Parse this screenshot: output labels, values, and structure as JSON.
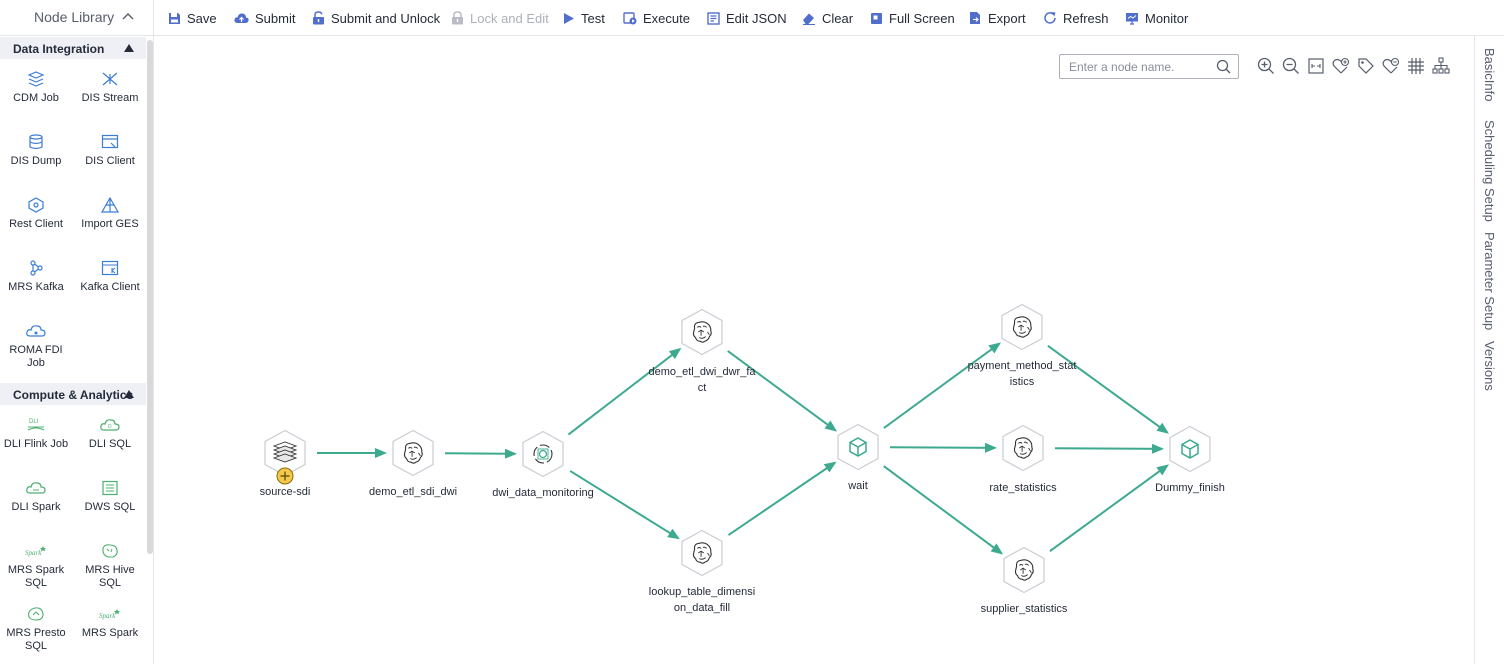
{
  "sidebar": {
    "title": "Node Library",
    "categories": [
      {
        "label": "Data Integration",
        "items": [
          "CDM Job",
          "DIS Stream",
          "DIS Dump",
          "DIS Client",
          "Rest Client",
          "Import GES",
          "MRS Kafka",
          "Kafka Client",
          "ROMA FDI Job"
        ]
      },
      {
        "label": "Compute & Analytics",
        "items": [
          "DLI Flink Job",
          "DLI SQL",
          "DLI Spark",
          "DWS SQL",
          "MRS Spark SQL",
          "MRS Hive SQL",
          "MRS Presto SQL",
          "MRS Spark"
        ]
      }
    ]
  },
  "toolbar": {
    "buttons": [
      {
        "label": "Save",
        "icon": "save-icon",
        "enabled": true
      },
      {
        "label": "Submit",
        "icon": "cloud-upload-icon",
        "enabled": true
      },
      {
        "label": "Submit and Unlock",
        "icon": "unlock-icon",
        "enabled": true
      },
      {
        "label": "Lock and Edit",
        "icon": "lock-icon",
        "enabled": false
      },
      {
        "label": "Test",
        "icon": "play-icon",
        "enabled": true
      },
      {
        "label": "Execute",
        "icon": "execute-icon",
        "enabled": true
      },
      {
        "label": "Edit JSON",
        "icon": "json-icon",
        "enabled": true
      },
      {
        "label": "Clear",
        "icon": "eraser-icon",
        "enabled": true
      },
      {
        "label": "Full Screen",
        "icon": "fullscreen-icon",
        "enabled": true
      },
      {
        "label": "Export",
        "icon": "export-icon",
        "enabled": true
      },
      {
        "label": "Refresh",
        "icon": "refresh-icon",
        "enabled": true
      },
      {
        "label": "Monitor",
        "icon": "monitor-icon",
        "enabled": true
      }
    ],
    "accent_color": "#526ecc"
  },
  "canvas": {
    "search_placeholder": "Enter a node name.",
    "tools": [
      "zoom-in-icon",
      "zoom-out-icon",
      "fit-screen-icon",
      "add-tag-icon",
      "tag-icon",
      "remove-tag-icon",
      "grid-icon",
      "auto-layout-icon"
    ],
    "nodes": [
      {
        "id": "source",
        "label": "source-sdi",
        "icon": "layers-icon"
      },
      {
        "id": "etl_sdi",
        "label": "demo_etl_sdi_dwi",
        "icon": "hive-sql-icon"
      },
      {
        "id": "monitor",
        "label": "dwi_data_monitoring",
        "icon": "monitoring-icon"
      },
      {
        "id": "fact",
        "label": "demo_etl_dwi_dwr_fact",
        "icon": "hive-sql-icon"
      },
      {
        "id": "lookup",
        "label": "lookup_table_dimension_data_fill",
        "icon": "hive-sql-icon"
      },
      {
        "id": "wait",
        "label": "wait",
        "icon": "dummy-cube-icon"
      },
      {
        "id": "payment",
        "label": "payment_method_statistics",
        "icon": "hive-sql-icon"
      },
      {
        "id": "rate",
        "label": "rate_statistics",
        "icon": "hive-sql-icon"
      },
      {
        "id": "supplier",
        "label": "supplier_statistics",
        "icon": "hive-sql-icon"
      },
      {
        "id": "finish",
        "label": "Dummy_finish",
        "icon": "dummy-cube-icon"
      }
    ],
    "edges": [
      [
        "source",
        "etl_sdi"
      ],
      [
        "etl_sdi",
        "monitor"
      ],
      [
        "monitor",
        "fact"
      ],
      [
        "monitor",
        "lookup"
      ],
      [
        "fact",
        "wait"
      ],
      [
        "lookup",
        "wait"
      ],
      [
        "wait",
        "payment"
      ],
      [
        "wait",
        "rate"
      ],
      [
        "wait",
        "supplier"
      ],
      [
        "payment",
        "finish"
      ],
      [
        "rate",
        "finish"
      ],
      [
        "supplier",
        "finish"
      ]
    ],
    "edge_color": "#3daa90"
  },
  "right_panel": {
    "tabs": [
      "BasicInfo",
      "Scheduling Setup",
      "Parameter Setup",
      "Versions"
    ]
  }
}
